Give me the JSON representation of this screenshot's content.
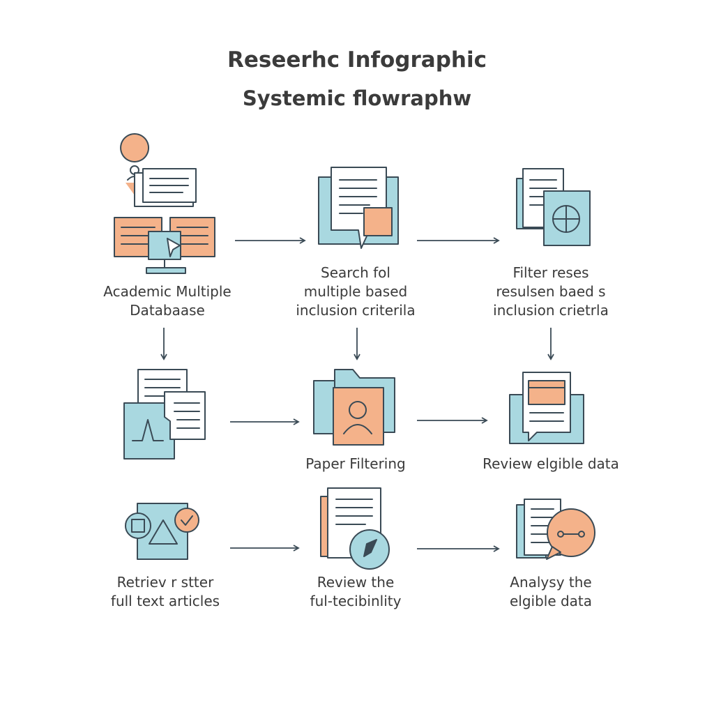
{
  "header": {
    "title": "Reseerhc Infographic",
    "subtitle": "Systemic flowraphw"
  },
  "colors": {
    "stroke": "#3a4a55",
    "orange": "#f4b28a",
    "blue": "#a9d8e0",
    "paper": "#ffffff"
  },
  "steps": [
    {
      "id": "databases",
      "icon": "database-monitor-icon",
      "lines": [
        "Academic Multiple",
        "Databaase"
      ]
    },
    {
      "id": "search",
      "icon": "search-documents-icon",
      "lines": [
        "Search fol",
        "multiple based",
        "inclusion criterila"
      ]
    },
    {
      "id": "filter",
      "icon": "filter-documents-icon",
      "lines": [
        "Filter reses",
        "resulsen baed s",
        "inclusion crietrla"
      ]
    },
    {
      "id": "documents",
      "icon": "documents-chart-icon",
      "lines": []
    },
    {
      "id": "paper-filtering",
      "icon": "person-documents-icon",
      "lines": [
        "Paper Filtering"
      ]
    },
    {
      "id": "review-data",
      "icon": "review-data-icon",
      "lines": [
        "Review elgible data"
      ]
    },
    {
      "id": "retrieve",
      "icon": "shapes-check-icon",
      "lines": [
        "Retriev r stter",
        "full text articles"
      ]
    },
    {
      "id": "review-full",
      "icon": "compass-document-icon",
      "lines": [
        "Review the",
        "ful-tecibinlity"
      ]
    },
    {
      "id": "analyse",
      "icon": "chat-document-icon",
      "lines": [
        "Analysy the",
        "elgible data"
      ]
    }
  ]
}
